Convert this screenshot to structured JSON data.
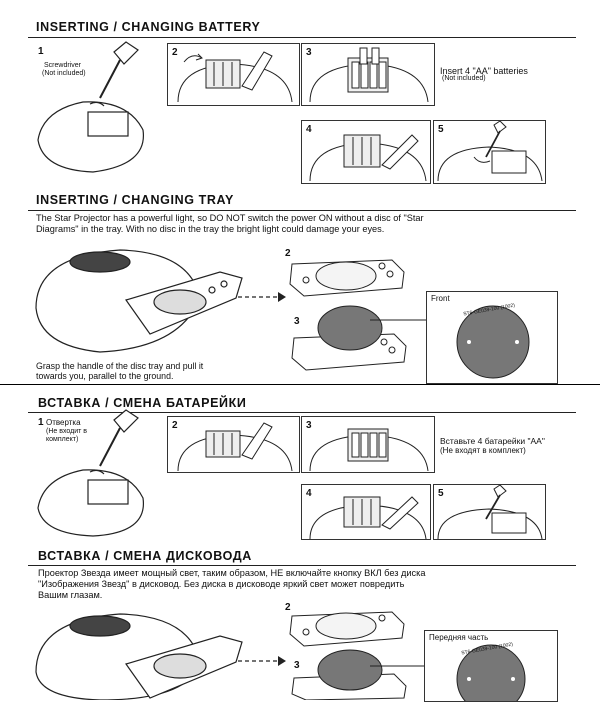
{
  "en": {
    "battery_title": "INSERTING / CHANGING  BATTERY",
    "step1_num": "1",
    "screwdriver": "Screwdriver",
    "not_included_paren": "(Not included)",
    "step2": "2",
    "step3": "3",
    "step4": "4",
    "step5": "5",
    "insert_batteries": "Insert 4 \"AA\" batteries",
    "not_included": "(Not included)",
    "tray_title": "INSERTING / CHANGING  TRAY",
    "tray_text_1": "The Star Projector has a powerful light, so DO NOT switch the power ON without a disc of \"Star",
    "tray_text_2": "Diagrams\" in the tray. With no disc in the tray the bright light could damage your eyes.",
    "tray_step2": "2",
    "tray_step3": "3",
    "front": "Front",
    "disc_code": "ST6-GE039-100 (1002)",
    "grasp_1": "Grasp the handle of the disc tray and pull it",
    "grasp_2": "towards you, parallel to the ground."
  },
  "ru": {
    "battery_title": "ВСТАВКА / СМЕНА БАТАРЕЙКИ",
    "step1_num": "1",
    "screwdriver": "Отвертка",
    "not_included_paren_1": "(Не входит в",
    "not_included_paren_2": "комплект)",
    "step2": "2",
    "step3": "3",
    "step4": "4",
    "step5": "5",
    "insert_batteries": "Вставьте 4 батарейки \"AA\"",
    "not_included": "(Не входят в комплект)",
    "tray_title": "ВСТАВКА / СМЕНА ДИСКОВОДА",
    "tray_text_1": "Проектор Звезда имеет мощный свет, таким образом, НЕ включайте кнопку ВКЛ без диска",
    "tray_text_2": "\"Изображения Звезд\" в дисковод. Без диска в дисководе яркий свет может повредить",
    "tray_text_3": "Вашим глазам.",
    "tray_step2": "2",
    "tray_step3": "3",
    "front": "Передняя часть",
    "disc_code": "ST6-GE039-100 (1002)"
  }
}
